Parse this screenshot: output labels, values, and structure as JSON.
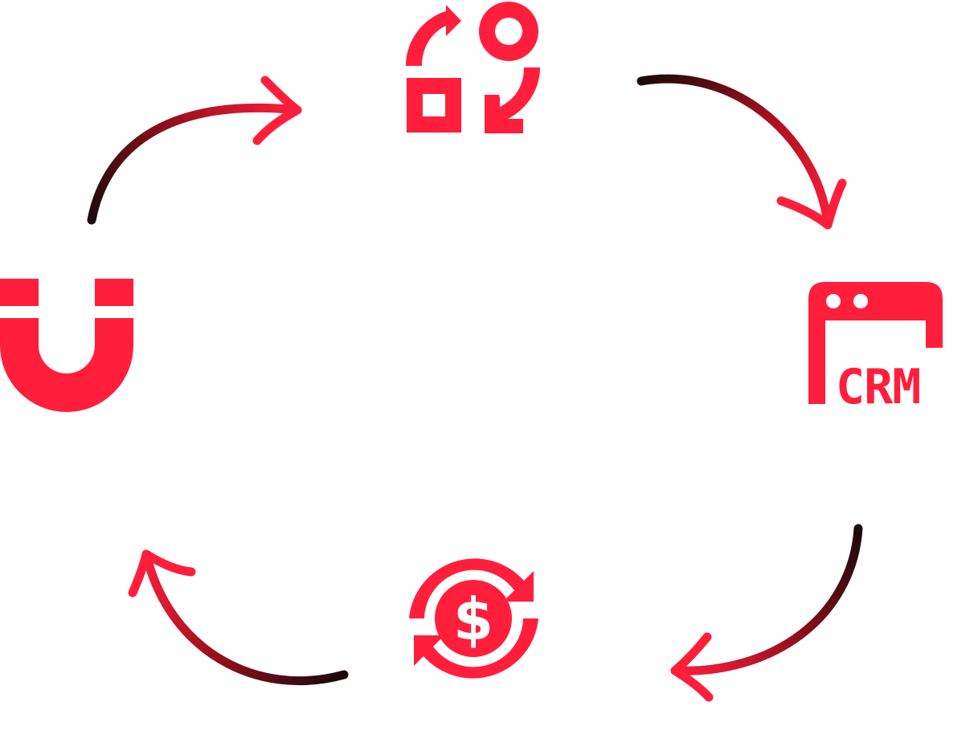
{
  "colors": {
    "accent": "#ff1f3d",
    "accent_dark": "#1a0a0c",
    "background": "#ffffff"
  },
  "nodes": [
    {
      "id": "attract",
      "icon": "magnet-icon"
    },
    {
      "id": "convert",
      "icon": "shape-transform-icon"
    },
    {
      "id": "crm",
      "icon": "crm-browser-icon",
      "label": "CRM"
    },
    {
      "id": "revenue",
      "icon": "dollar-cycle-icon"
    }
  ],
  "flow": [
    {
      "from": "attract",
      "to": "convert"
    },
    {
      "from": "convert",
      "to": "crm"
    },
    {
      "from": "crm",
      "to": "revenue"
    },
    {
      "from": "revenue",
      "to": "attract"
    }
  ]
}
